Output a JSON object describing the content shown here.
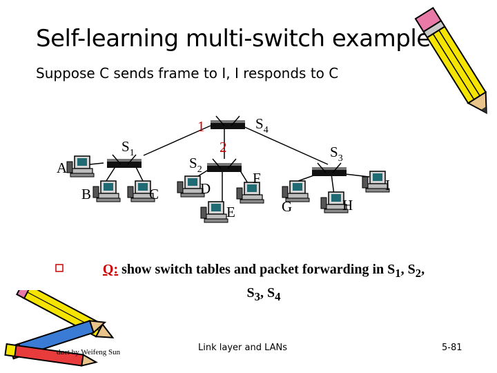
{
  "title": "Self-learning multi-switch example",
  "subtitle": "Suppose C sends frame to I, I responds to C",
  "switches": {
    "s1": {
      "name": "S",
      "sub": "1"
    },
    "s2": {
      "name": "S",
      "sub": "2"
    },
    "s3": {
      "name": "S",
      "sub": "3"
    },
    "s4": {
      "name": "S",
      "sub": "4"
    }
  },
  "hosts": [
    "A",
    "B",
    "C",
    "D",
    "E",
    "F",
    "G",
    "H",
    "I"
  ],
  "link_markers": {
    "one": "1",
    "two": "2"
  },
  "question": {
    "prefix": "Q:",
    "line1": "show switch tables and packet forwarding in S",
    "s1sub": "1",
    "sep1": ", S",
    "s2sub": "2",
    "sep2": ",",
    "line2a": "S",
    "s3sub": "3",
    "sep3": ", S",
    "s4sub": "4"
  },
  "footer": {
    "left": "duct by Weifeng Sun",
    "middle": "Link layer and LANs",
    "right": "5-81"
  },
  "colors": {
    "accent_red": "#cc0000",
    "pencil_yellow": "#f5e400",
    "pencil_pink": "#e87aa8",
    "pencil_outline": "#000000"
  }
}
